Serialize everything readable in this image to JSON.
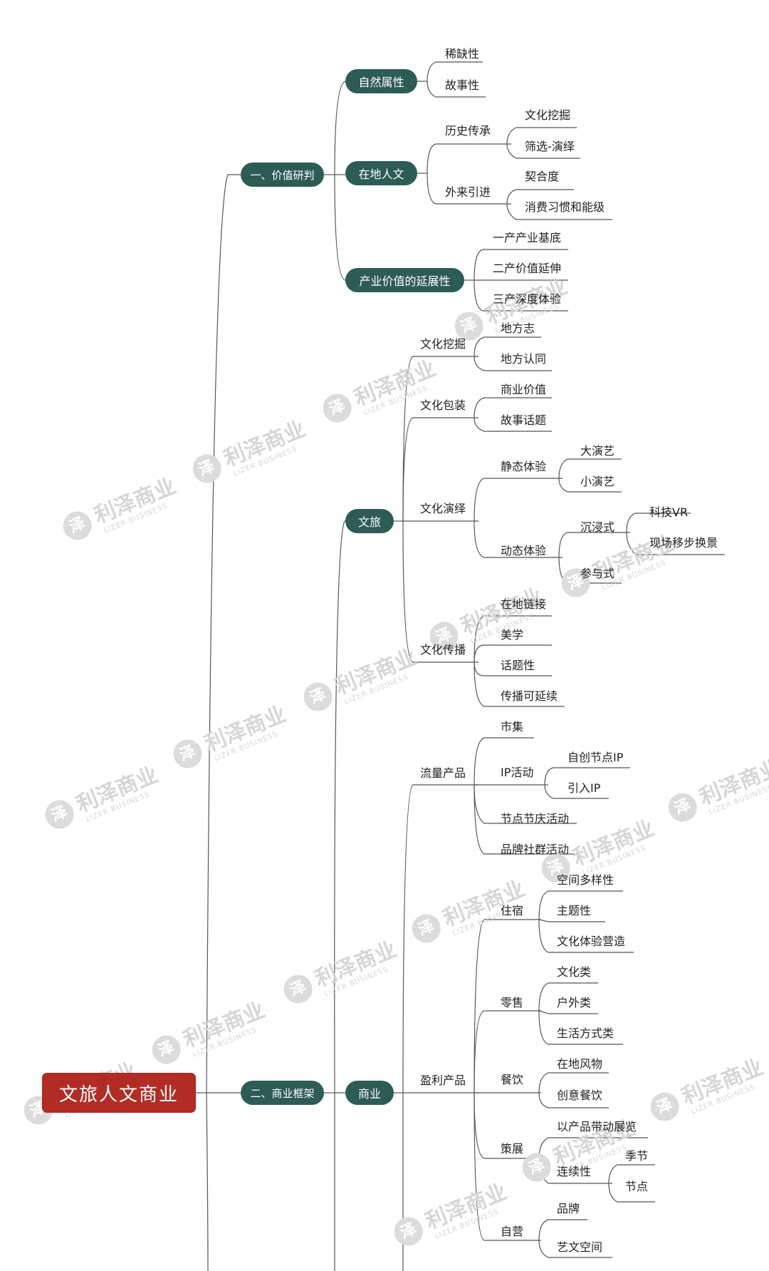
{
  "root": "文旅人文商业",
  "level1": {
    "a": "一、价值研判",
    "b": "二、商业框架"
  },
  "value": {
    "natural": "自然属性",
    "natural_items": [
      "稀缺性",
      "故事性"
    ],
    "local": "在地人文",
    "history": "历史传承",
    "history_items": [
      "文化挖掘",
      "筛选-演绎"
    ],
    "external": "外来引进",
    "external_items": [
      "契合度",
      "消费习惯和能级"
    ],
    "industry": "产业价值的延展性",
    "industry_items": [
      "一产产业基底",
      "二产价值延伸",
      "三产深度体验"
    ]
  },
  "culture": {
    "title": "文旅",
    "mining": "文化挖掘",
    "mining_items": [
      "地方志",
      "地方认同"
    ],
    "packaging": "文化包装",
    "packaging_items": [
      "商业价值",
      "故事话题"
    ],
    "performance": "文化演绎",
    "static": "静态体验",
    "static_items": [
      "大演艺",
      "小演艺"
    ],
    "dynamic": "动态体验",
    "immersive": "沉浸式",
    "immersive_items": [
      "科技VR",
      "现场移步换景"
    ],
    "participate": "参与式",
    "spread": "文化传播",
    "spread_items": [
      "在地链接",
      "美学",
      "话题性",
      "传播可延续"
    ]
  },
  "business": {
    "title": "商业",
    "traffic": "流量产品",
    "market": "市集",
    "ip": "IP活动",
    "ip_items": [
      "自创节点IP",
      "引入IP"
    ],
    "festival": "节点节庆活动",
    "community": "品牌社群活动",
    "profit": "盈利产品",
    "stay": "住宿",
    "stay_items": [
      "空间多样性",
      "主题性",
      "文化体验营造"
    ],
    "retail": "零售",
    "retail_items": [
      "文化类",
      "户外类",
      "生活方式类"
    ],
    "food": "餐饮",
    "food_items": [
      "在地风物",
      "创意餐饮"
    ],
    "curation": "策展",
    "curation_product": "以产品带动展览",
    "continuity": "连续性",
    "continuity_items": [
      "季节",
      "节点"
    ],
    "self": "自营",
    "self_items": [
      "品牌",
      "艺文空间"
    ]
  },
  "watermark": {
    "text": "利泽商业",
    "sub": "LIZER BUSINESS",
    "logo": "泽"
  },
  "colors": {
    "node": "#2d5b55",
    "root": "#b22c25",
    "line": "#555555",
    "watermark": "#d6d6d6"
  }
}
